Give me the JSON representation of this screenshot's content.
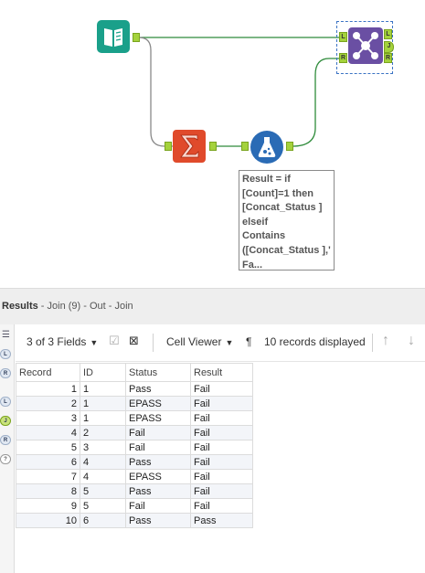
{
  "canvas": {
    "annotation": "Result = if\n[Count]=1 then\n[Concat_Status ]\nelseif\nContains\n([Concat_Status ],'\nFa..."
  },
  "results": {
    "label": "Results",
    "subtitle": " - Join (9) - Out - Join",
    "fields_selector": "3 of 3 Fields",
    "cell_viewer": "Cell Viewer",
    "pilcrow": "¶",
    "records_displayed": "10 records displayed",
    "columns": [
      "Record",
      "ID",
      "Status",
      "Result"
    ],
    "rows": [
      [
        "1",
        "1",
        "Pass",
        "Fail"
      ],
      [
        "2",
        "1",
        "EPASS",
        "Fail"
      ],
      [
        "3",
        "1",
        "EPASS",
        "Fail"
      ],
      [
        "4",
        "2",
        "Fail",
        "Fail"
      ],
      [
        "5",
        "3",
        "Fail",
        "Fail"
      ],
      [
        "6",
        "4",
        "Pass",
        "Fail"
      ],
      [
        "7",
        "4",
        "EPASS",
        "Fail"
      ],
      [
        "8",
        "5",
        "Pass",
        "Fail"
      ],
      [
        "9",
        "5",
        "Fail",
        "Fail"
      ],
      [
        "10",
        "6",
        "Pass",
        "Pass"
      ]
    ]
  },
  "side_icons": [
    "L",
    "R",
    "L",
    "J",
    "R",
    "?"
  ],
  "anchors": {
    "left": "L",
    "right": "R",
    "join": "J"
  },
  "colors": {
    "input_tool": "#1aa08a",
    "summarize_tool": "#e04a2b",
    "formula_tool": "#2a6bb5",
    "join_tool": "#6a4fa3",
    "connection": "#2e8b3a",
    "anchor": "#a4d23c"
  }
}
